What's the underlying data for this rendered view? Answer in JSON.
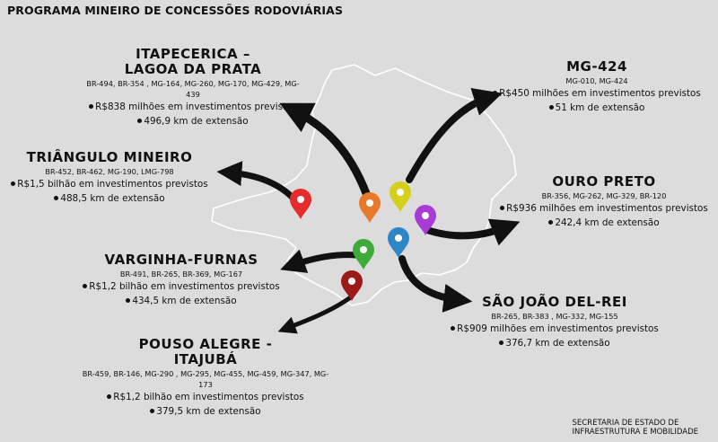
{
  "title": "PROGRAMA MINEIRO DE CONCESSÕES  RODOVIÁRIAS",
  "regions": [
    {
      "name_line1": "ITAPECERICA –",
      "name_line2": "LAGOA DA PRATA",
      "roads": "BR-494, BR-354 , MG-164, MG-260, MG-170, MG-429, MG-439",
      "investment": "R$838 milhões em investimentos previstos",
      "extension": "496,9 km de extensão",
      "pin_color": "#e8792a"
    },
    {
      "name_line1": "TRIÂNGULO MINEIRO",
      "roads": "BR-452, BR-462, MG-190, LMG-798",
      "investment": "R$1,5 bilhão em investimentos previstos",
      "extension": "488,5 km de extensão",
      "pin_color": "#e52b2b"
    },
    {
      "name_line1": "VARGINHA-FURNAS",
      "roads": "BR-491, BR-265, BR-369, MG-167",
      "investment": "R$1,2 bilhão em investimentos previstos",
      "extension": "434,5 km de extensão",
      "pin_color": "#3cab3a"
    },
    {
      "name_line1": "POUSO ALEGRE -",
      "name_line2": "ITAJUBÁ",
      "roads": "BR-459, BR-146, MG-290 , MG-295, MG-455, MG-459, MG-347, MG-173",
      "investment": "R$1,2 bilhão em investimentos previstos",
      "extension": "379,5 km de extensão",
      "pin_color": "#9c1a1a"
    },
    {
      "name_line1": "MG-424",
      "roads": "MG-010, MG-424",
      "investment": "R$450 milhões em  investimentos previstos",
      "extension": "51 km de extensão",
      "pin_color": "#d4cf1a"
    },
    {
      "name_line1": "OURO PRETO",
      "roads": "BR-356, MG-262, MG-329, BR-120",
      "investment": "R$936 milhões em  investimentos previstos",
      "extension": "242,4 km de extensão",
      "pin_color": "#a83ad6"
    },
    {
      "name_line1": "SÃO JOÃO DEL-REI",
      "roads": "BR-265, BR-383 , MG-332, MG-155",
      "investment": "R$909 milhões em investimentos previstos",
      "extension": "376,7 km de extensão",
      "pin_color": "#2f86c6"
    }
  ],
  "footer": {
    "line1": "SECRETARIA DE ESTADO DE",
    "line2": "INFRAESTRUTURA E MOBILIDADE"
  }
}
